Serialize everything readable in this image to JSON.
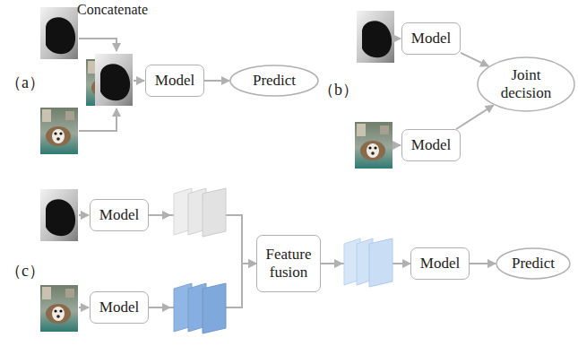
{
  "diagram": {
    "nodes": [
      {
        "text": [
          "Model"
        ]
      },
      {
        "text": [
          "Predict"
        ]
      },
      {
        "text": [
          "Model"
        ]
      },
      {
        "text": [
          "Model"
        ]
      },
      {
        "text": [
          "Joint decision"
        ]
      },
      {
        "text": [
          "Model"
        ]
      },
      {
        "text": [
          "Model"
        ]
      },
      {
        "text": [
          "Feature fusion"
        ]
      },
      {
        "text": [
          "Model"
        ]
      },
      {
        "text": [
          "Predict"
        ]
      }
    ],
    "edges": [
      {
        "from": 0,
        "to": 1,
        "arrow": "to"
      },
      {
        "from": 2,
        "to": 4,
        "arrow": "to"
      },
      {
        "from": 3,
        "to": 4,
        "arrow": "to"
      },
      {
        "from": 5,
        "to": 7,
        "arrow": "to"
      },
      {
        "from": 6,
        "to": 7,
        "arrow": "to"
      },
      {
        "from": 7,
        "to": 8,
        "arrow": "to"
      },
      {
        "from": 8,
        "to": 9,
        "arrow": "to"
      }
    ],
    "labels": [
      "Concatenate",
      "（a）",
      "（b）",
      "（c）"
    ]
  }
}
